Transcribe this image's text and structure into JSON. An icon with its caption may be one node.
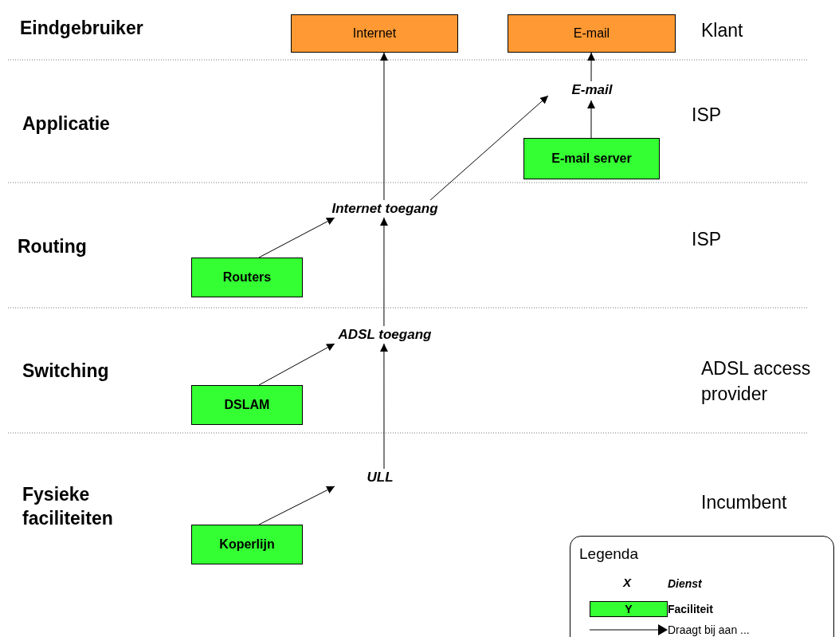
{
  "diagram": {
    "nodes": [
      {
        "text": [
          "Internet"
        ]
      },
      {
        "text": [
          "E-mail"
        ]
      },
      {
        "text": [
          "E-mail"
        ]
      },
      {
        "text": [
          "E-mail server"
        ]
      },
      {
        "text": [
          "Internet toegang"
        ]
      },
      {
        "text": [
          "Routers"
        ]
      },
      {
        "text": [
          "ADSL toegang"
        ]
      },
      {
        "text": [
          "DSLAM"
        ]
      },
      {
        "text": [
          "ULL"
        ]
      },
      {
        "text": [
          "Koperlijn"
        ]
      }
    ],
    "edges": [
      {
        "from": 4,
        "to": 0,
        "arrow": "to"
      },
      {
        "from": 4,
        "to": 2,
        "arrow": "to"
      },
      {
        "from": 2,
        "to": 1,
        "arrow": "to"
      },
      {
        "from": 3,
        "to": 2,
        "arrow": "to"
      },
      {
        "from": 5,
        "to": 4,
        "arrow": "to"
      },
      {
        "from": 6,
        "to": 4,
        "arrow": "to"
      },
      {
        "from": 7,
        "to": 6,
        "arrow": "to"
      },
      {
        "from": 8,
        "to": 6,
        "arrow": "to"
      },
      {
        "from": 9,
        "to": 8,
        "arrow": "to"
      }
    ],
    "labels": [
      "Eindgebruiker",
      "Klant",
      "Applicatie",
      "ISP",
      "Routing",
      "ISP",
      "Switching",
      "ADSL access provider",
      "Fysieke faciliteiten",
      "Incumbent",
      "Legenda",
      "X",
      "Y"
    ],
    "legend": [
      {
        "text": "Dienst"
      },
      {
        "text": "Faciliteit",
        "color": "#33ff33"
      },
      {
        "text": "Draagt bij aan ..."
      }
    ]
  }
}
